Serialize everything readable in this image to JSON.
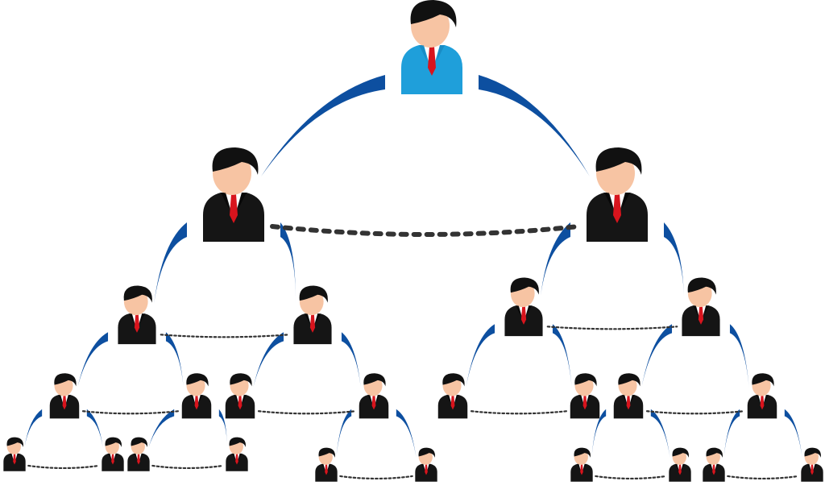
{
  "diagram": {
    "kind": "hierarchy-pyramid",
    "levels": 5,
    "root": {
      "role": "leader",
      "suit_color": "#1f9fda",
      "children": [
        {
          "role": "member",
          "children": [
            {
              "role": "member",
              "children": [
                {
                  "role": "member",
                  "children": [
                    {
                      "role": "member"
                    },
                    {
                      "role": "member"
                    }
                  ]
                },
                {
                  "role": "member",
                  "children": [
                    {
                      "role": "member"
                    },
                    {
                      "role": "member"
                    }
                  ]
                }
              ]
            },
            {
              "role": "member",
              "children": [
                {
                  "role": "member"
                },
                {
                  "role": "member",
                  "children": [
                    {
                      "role": "member"
                    },
                    {
                      "role": "member"
                    }
                  ]
                }
              ]
            }
          ]
        },
        {
          "role": "member",
          "children": [
            {
              "role": "member",
              "children": [
                {
                  "role": "member"
                },
                {
                  "role": "member"
                }
              ]
            },
            {
              "role": "member",
              "children": [
                {
                  "role": "member",
                  "children": [
                    {
                      "role": "member"
                    },
                    {
                      "role": "member"
                    }
                  ]
                },
                {
                  "role": "member",
                  "children": [
                    {
                      "role": "member"
                    },
                    {
                      "role": "member"
                    }
                  ]
                }
              ]
            }
          ]
        }
      ]
    },
    "colors": {
      "connector": "#0d4fa0",
      "peer_dots": "#333333",
      "suit": "#151515",
      "tie": "#d8141d",
      "hair": "#111111",
      "skin": "#f7c4a3",
      "shirt": "#ffffff"
    },
    "icons": {
      "person": "person-icon",
      "connector": "branch-connector",
      "peer_link": "dotted-peer-link"
    }
  }
}
